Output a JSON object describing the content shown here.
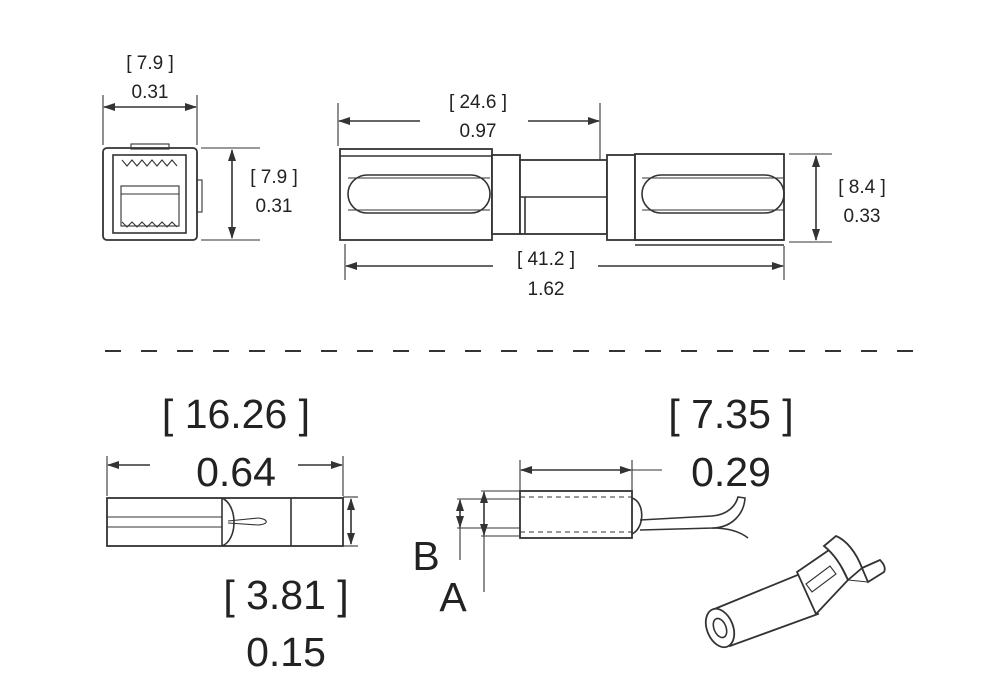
{
  "top_end_view": {
    "width_mm": "[ 7.9 ]",
    "width_in": "0.31",
    "height_mm": "[ 7.9 ]",
    "height_in": "0.31"
  },
  "top_side_view": {
    "housing_mm": "[ 24.6 ]",
    "housing_in": "0.97",
    "height_mm": "[ 8.4 ]",
    "height_in": "0.33",
    "overall_mm": "[ 41.2 ]",
    "overall_in": "1.62"
  },
  "contact_length": {
    "mm": "[ 16.26 ]",
    "in": "0.64"
  },
  "contact_diameter": {
    "mm": "[ 3.81 ]",
    "in": "0.15"
  },
  "barrel_length": {
    "mm": "[ 7.35 ]",
    "in": "0.29"
  },
  "labels": {
    "b": "B",
    "a": "A"
  }
}
